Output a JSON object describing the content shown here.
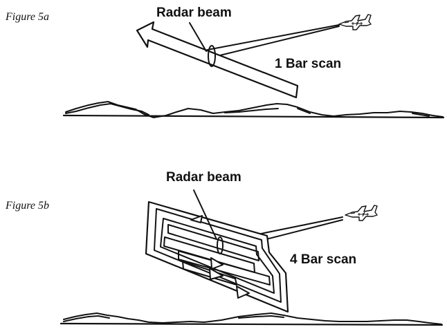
{
  "figure_a": {
    "label": "Figure 5a",
    "beam_label": "Radar beam",
    "scan_label": "1 Bar scan"
  },
  "figure_b": {
    "label": "Figure 5b",
    "beam_label": "Radar beam",
    "scan_label": "4 Bar scan"
  },
  "colors": {
    "ink": "#111111",
    "background": "#ffffff"
  },
  "icons": [
    "jet-aircraft-icon",
    "scan-direction-arrow-icon",
    "terrain-ridgeline"
  ]
}
